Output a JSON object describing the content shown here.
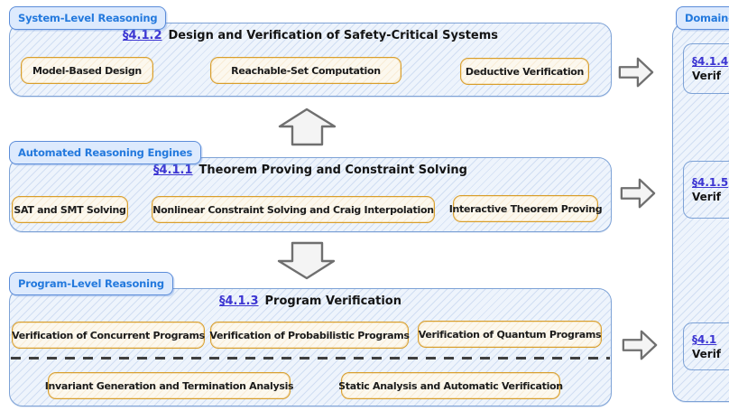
{
  "colors": {
    "tab_text": "#2379dd",
    "tab_border": "#5b8cd9",
    "section_link": "#3c35d2",
    "chip_border": "#d99e2b",
    "box_border": "#7da2d6"
  },
  "groups": [
    {
      "tab": "System-Level Reasoning",
      "section_link": "§4.1.2",
      "section_title": "Design and Verification of Safety-Critical Systems",
      "chips": [
        "Model-Based Design",
        "Reachable-Set Computation",
        "Deductive Verification"
      ]
    },
    {
      "tab": "Automated Reasoning Engines",
      "section_link": "§4.1.1",
      "section_title": "Theorem Proving and Constraint Solving",
      "chips": [
        "SAT and SMT Solving",
        "Nonlinear Constraint Solving and Craig Interpolation",
        "Interactive Theorem Proving"
      ]
    },
    {
      "tab": "Program-Level Reasoning",
      "section_link": "§4.1.3",
      "section_title": "Program Verification",
      "chips_row1": [
        "Verification of Concurrent Programs",
        "Verification of Probabilistic Programs",
        "Verification of Quantum Programs"
      ],
      "chips_row2": [
        "Invariant Generation and Termination Analysis",
        "Static Analysis and Automatic Verification"
      ]
    }
  ],
  "right_column": {
    "tab": "Domain-Sp",
    "items": [
      {
        "link": "§4.1.4",
        "label": "Verif"
      },
      {
        "link": "§4.1.5",
        "label": "Verif"
      },
      {
        "link": "§4.1",
        "label": "Verif"
      }
    ]
  }
}
